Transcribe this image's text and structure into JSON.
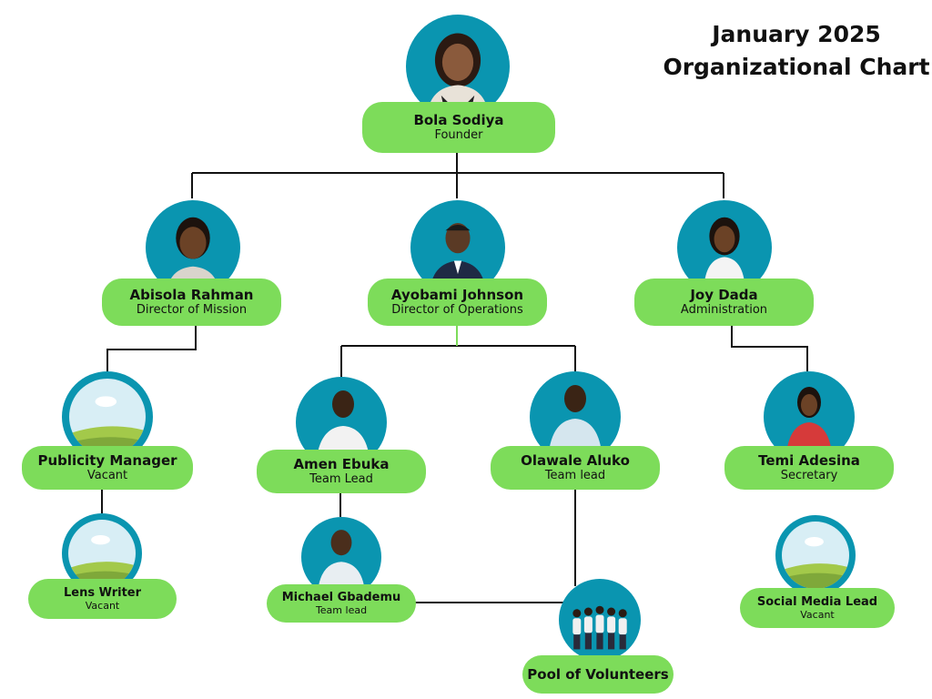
{
  "title": {
    "line1": "January 2025",
    "line2": "Organizational Chart"
  },
  "colors": {
    "accent_green": "#7ddc5a",
    "accent_teal": "#0a95b0",
    "line": "#111111"
  },
  "nodes": {
    "bola": {
      "name": "Bola Sodiya",
      "role": "Founder",
      "icon": "person-photo"
    },
    "abisola": {
      "name": "Abisola Rahman",
      "role": "Director of Mission",
      "icon": "person-photo"
    },
    "ayobami": {
      "name": "Ayobami Johnson",
      "role": "Director of Operations",
      "icon": "person-photo"
    },
    "joy": {
      "name": "Joy Dada",
      "role": "Administration",
      "icon": "person-photo"
    },
    "publicity": {
      "name": "Publicity Manager",
      "role": "Vacant",
      "icon": "placeholder-landscape"
    },
    "amen": {
      "name": "Amen Ebuka",
      "role": "Team Lead",
      "icon": "person-photo"
    },
    "olawale": {
      "name": "Olawale Aluko",
      "role": "Team lead",
      "icon": "person-photo"
    },
    "temi": {
      "name": "Temi Adesina",
      "role": "Secretary",
      "icon": "person-photo"
    },
    "lens": {
      "name": "Lens Writer",
      "role": "Vacant",
      "icon": "placeholder-landscape"
    },
    "michael": {
      "name": "Michael Gbademu",
      "role": "Team lead",
      "icon": "person-photo"
    },
    "social": {
      "name": "Social Media Lead",
      "role": "Vacant",
      "icon": "placeholder-landscape"
    },
    "volunteers": {
      "name": "Pool of Volunteers",
      "icon": "group-photo"
    }
  }
}
